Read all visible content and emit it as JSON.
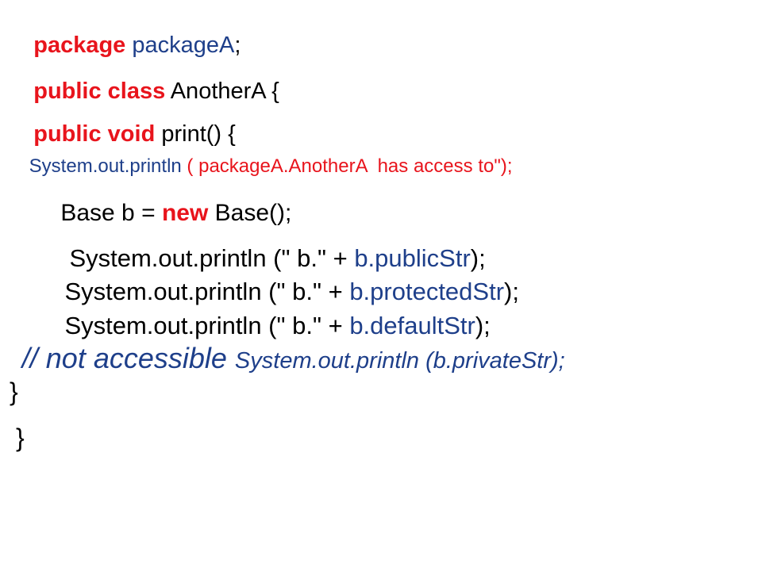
{
  "code": {
    "line1": {
      "kw": "package",
      "sp": " ",
      "name": "packageA",
      "semi": ";"
    },
    "line2": {
      "kw": "public class",
      "sp": " ",
      "name": "AnotherA",
      "rest": " {"
    },
    "line3": {
      "kw": "public void",
      "sp": " ",
      "name": "print() {"
    },
    "line4": {
      "call": "System.out.println",
      "arg": " ( packageA.AnotherA  has access to\");"
    },
    "line5": {
      "pre": "Base b = ",
      "kw": "new",
      "post": " Base();"
    },
    "line6": {
      "call": "System.out.println",
      "mid": " (\" b.\" + ",
      "field": "b.publicStr",
      "end": ");"
    },
    "line7": {
      "call": "System.out.println",
      "mid": " (\" b.\" + ",
      "field": "b.protectedStr",
      "end": ");"
    },
    "line8": {
      "call": "System.out.println",
      "mid": " (\" b.\" + ",
      "field": "b.defaultStr",
      "end": ");"
    },
    "line9": {
      "comment": "// not accessible ",
      "rest": "System.out.println (b.privateStr);"
    },
    "line10": "}",
    "line11": "}"
  },
  "colors": {
    "keyword": "#e8141c",
    "identifier": "#1e3f8a",
    "text": "#000000"
  }
}
